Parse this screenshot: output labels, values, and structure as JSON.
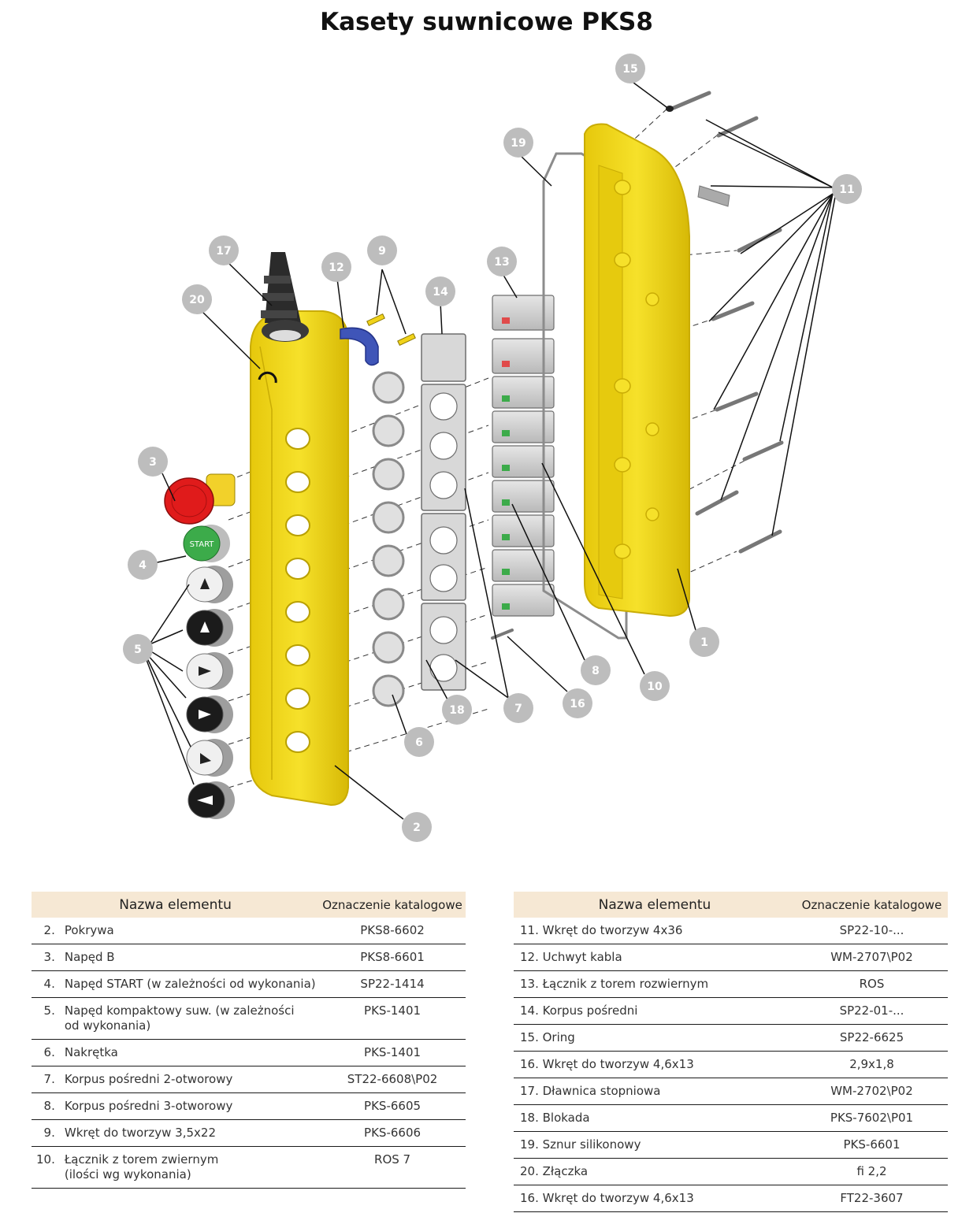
{
  "title": "Kasety suwnicowe PKS8",
  "callouts": {
    "c1": "1",
    "c2": "2",
    "c3": "3",
    "c4": "4",
    "c5": "5",
    "c6": "6",
    "c7": "7",
    "c8": "8",
    "c9": "9",
    "c10": "10",
    "c11": "11",
    "c12": "12",
    "c13": "13",
    "c14": "14",
    "c15": "15",
    "c16": "16",
    "c17": "17",
    "c18": "18",
    "c19": "19",
    "c20": "20"
  },
  "button_start_text": "START",
  "colors": {
    "housing_yellow": "#f3d91d",
    "housing_shadow": "#d8bd0a",
    "callout_gray": "#bdbdbd",
    "stop_red": "#e01b1b",
    "start_green": "#3cab4a",
    "cable_blue": "#3f55b8",
    "header_bg": "#f6e8d4"
  },
  "tables": {
    "left": {
      "header_name": "Nazwa elementu",
      "header_code": "Oznaczenie katalogowe",
      "rows": [
        {
          "num": "2.",
          "name": "Pokrywa",
          "code": "PKS8-6602"
        },
        {
          "num": "3.",
          "name": "Napęd B",
          "code": "PKS8-6601"
        },
        {
          "num": "4.",
          "name": "Napęd START (w zależności od wykonania)",
          "code": "SP22-1414"
        },
        {
          "num": "5.",
          "name": "Napęd kompaktowy suw. (w zależności",
          "name2": "od wykonania)",
          "code": "PKS-1401"
        },
        {
          "num": "6.",
          "name": "Nakrętka",
          "code": "PKS-1401"
        },
        {
          "num": "7.",
          "name": "Korpus pośredni 2-otworowy",
          "code": "ST22-6608\\P02"
        },
        {
          "num": "8.",
          "name": "Korpus pośredni 3-otworowy",
          "code": "PKS-6605"
        },
        {
          "num": "9.",
          "name": "Wkręt do tworzyw 3,5x22",
          "code": "PKS-6606"
        },
        {
          "num": "10.",
          "name": "Łącznik z torem zwiernym",
          "name2": "(ilości wg wykonania)",
          "code": "ROS 7"
        }
      ]
    },
    "right": {
      "header_name": "Nazwa elementu",
      "header_code": "Oznaczenie katalogowe",
      "rows": [
        {
          "label": "11. Wkręt do tworzyw 4x36",
          "code": "SP22-10-..."
        },
        {
          "label": "12. Uchwyt kabla",
          "code": "WM-2707\\P02"
        },
        {
          "label": "13. Łącznik z torem rozwiernym",
          "code": "ROS"
        },
        {
          "label": "14. Korpus pośredni",
          "code": "SP22-01-..."
        },
        {
          "label": "15. Oring",
          "code": "SP22-6625"
        },
        {
          "label": "16. Wkręt do tworzyw 4,6x13",
          "code": "2,9x1,8"
        },
        {
          "label": "17. Dławnica stopniowa",
          "code": "WM-2702\\P02"
        },
        {
          "label": "18. Blokada",
          "code": "PKS-7602\\P01"
        },
        {
          "label": "19. Sznur silikonowy",
          "code": "PKS-6601"
        },
        {
          "label": "20. Złączka",
          "code": "fi 2,2"
        },
        {
          "label": "16. Wkręt do tworzyw 4,6x13",
          "code": "FT22-3607"
        }
      ]
    }
  }
}
